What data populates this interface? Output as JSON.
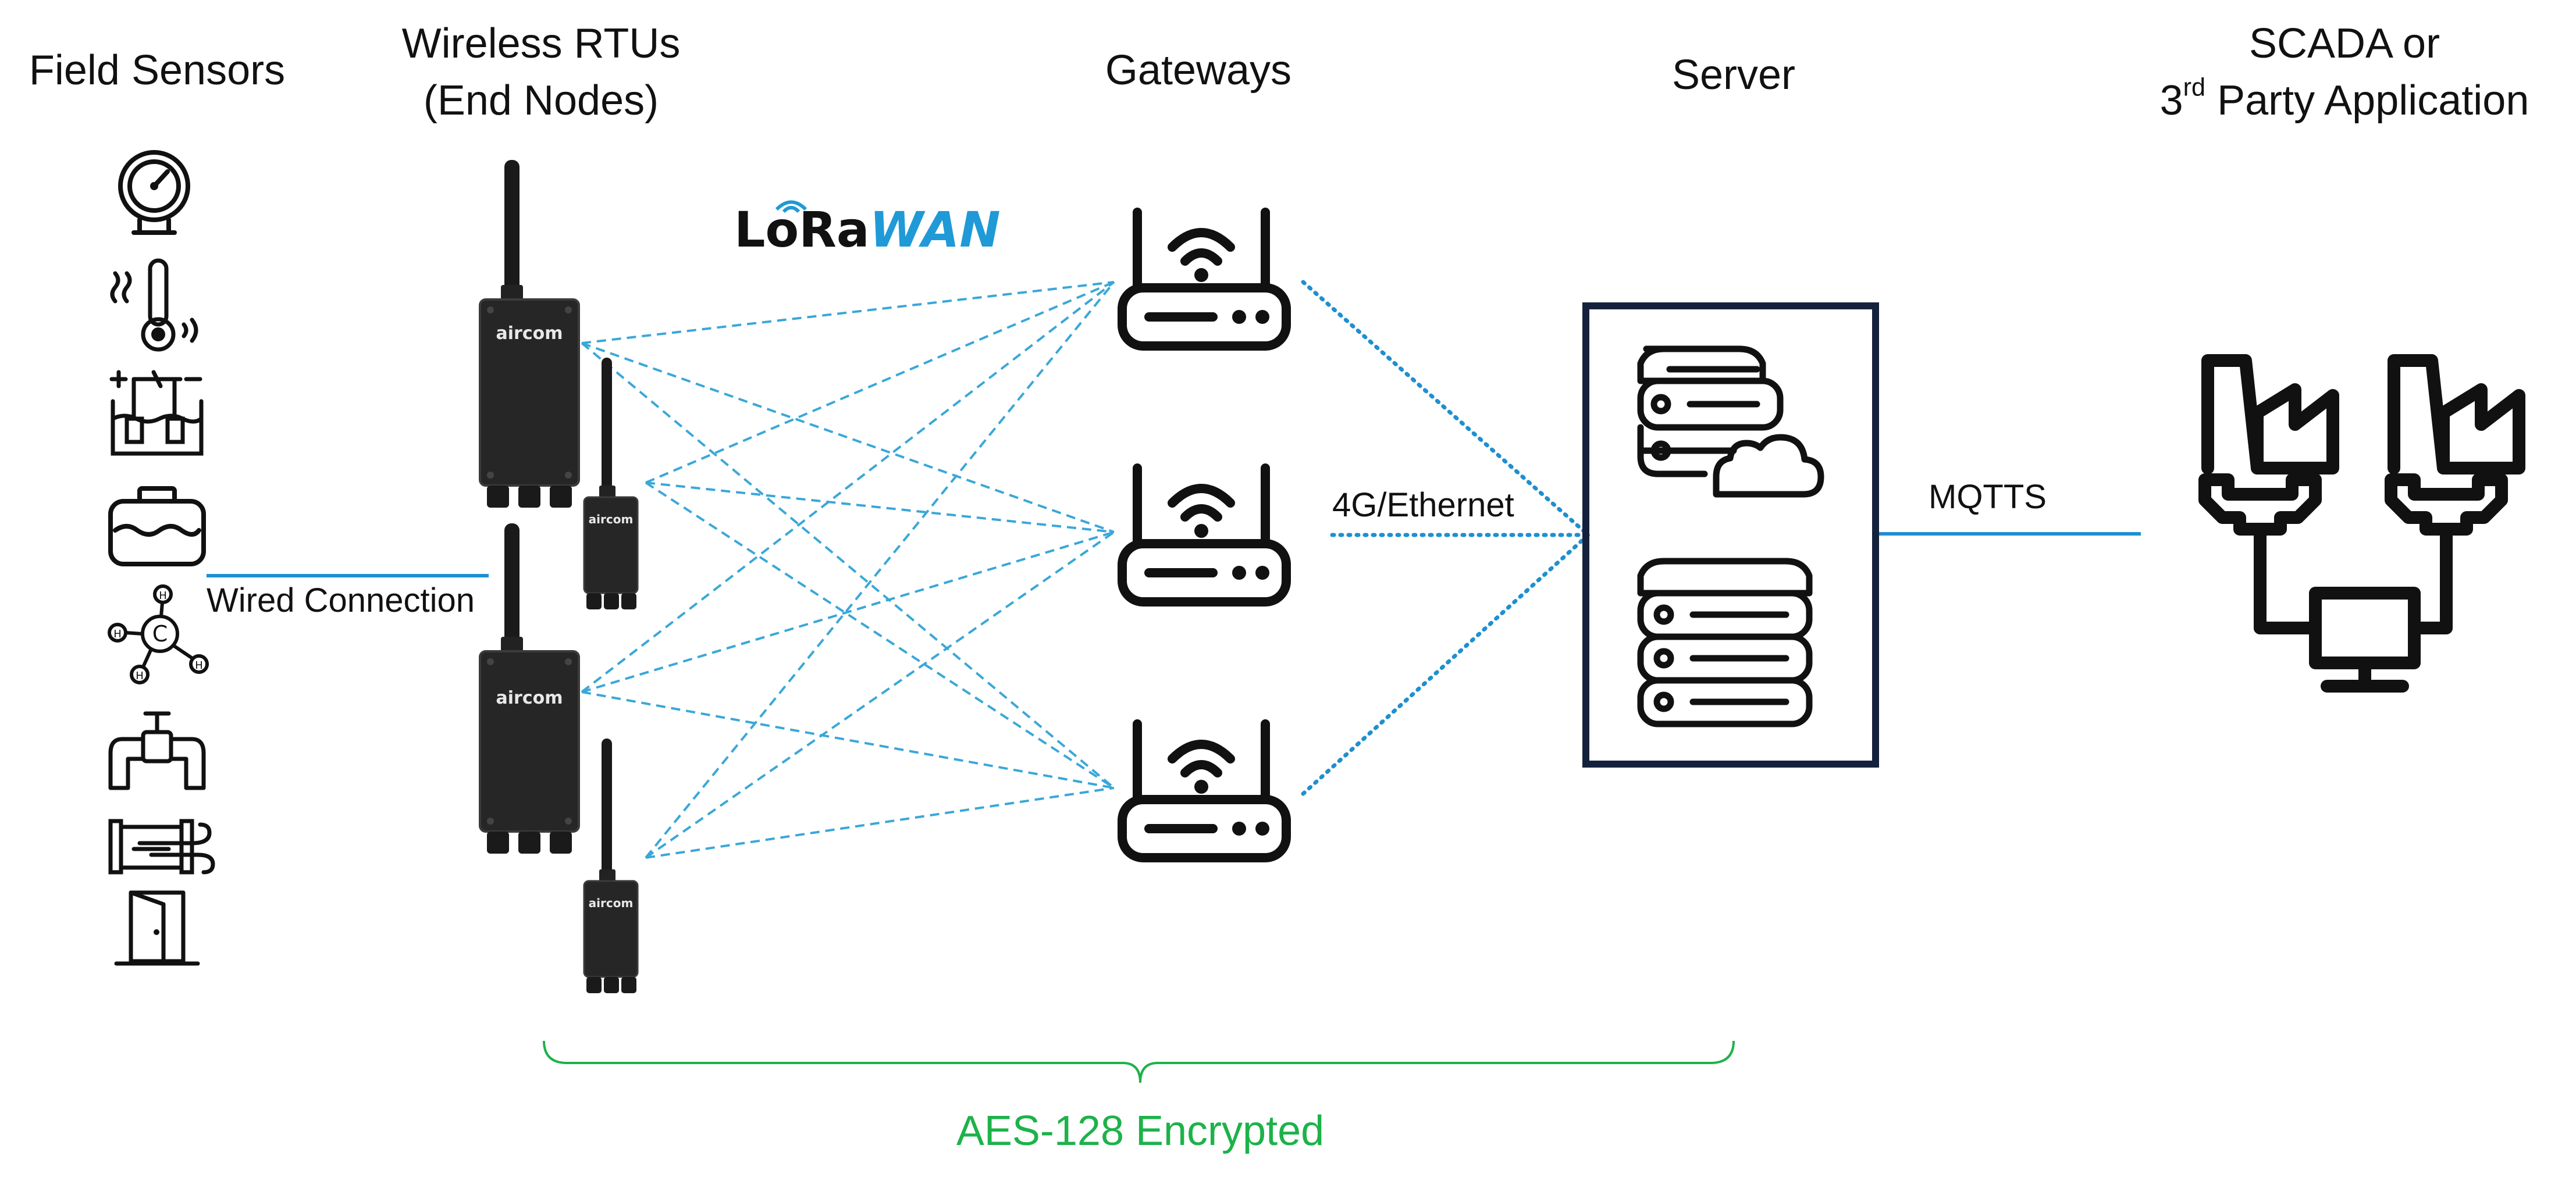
{
  "titles": {
    "field_sensors": "Field Sensors",
    "rtus_line1": "Wireless RTUs",
    "rtus_line2": "(End Nodes)",
    "gateways": "Gateways",
    "server": "Server",
    "scada_line1": "SCADA or",
    "scada_line2_prefix": "3",
    "scada_line2_sup": "rd",
    "scada_line2_suffix": " Party Application"
  },
  "labels": {
    "wired_connection": "Wired Connection",
    "backhaul": "4G/Ethernet",
    "mqtts": "MQTTS"
  },
  "lorawan_logo": {
    "part1": "LoRa",
    "part2": "WAN"
  },
  "rtu_brand": "aircom",
  "encryption_label": "AES-128 Encrypted",
  "sensor_icons": [
    "pressure-gauge-icon",
    "temperature-icon",
    "battery-level-icon",
    "tank-level-icon",
    "gas-molecule-icon",
    "pipe-valve-icon",
    "flow-meter-icon",
    "door-icon"
  ],
  "colors": {
    "lora_links": "#3aa7d8",
    "backhaul": "#1f8fd0",
    "wired": "#1f8fd0",
    "mqtt": "#1f8fd0",
    "server_frame": "#14213d",
    "encryption_green": "#1db24a",
    "icon_black": "#111111"
  }
}
